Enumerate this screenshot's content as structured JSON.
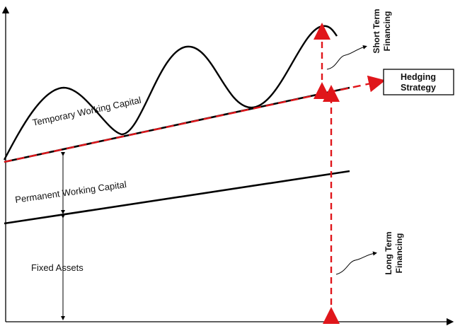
{
  "labels": {
    "temporary": "Temporary Working Capital",
    "permanent": "Permanent  Working Capital",
    "fixed": "Fixed Assets",
    "short_term_line1": "Short Term",
    "short_term_line2": "Financing",
    "long_term_line1": "Long Term",
    "long_term_line2": "Financing",
    "hedging_line1": "Hedging",
    "hedging_line2": "Strategy"
  },
  "colors": {
    "line": "#000000",
    "dashed_red": "#e0161b"
  }
}
